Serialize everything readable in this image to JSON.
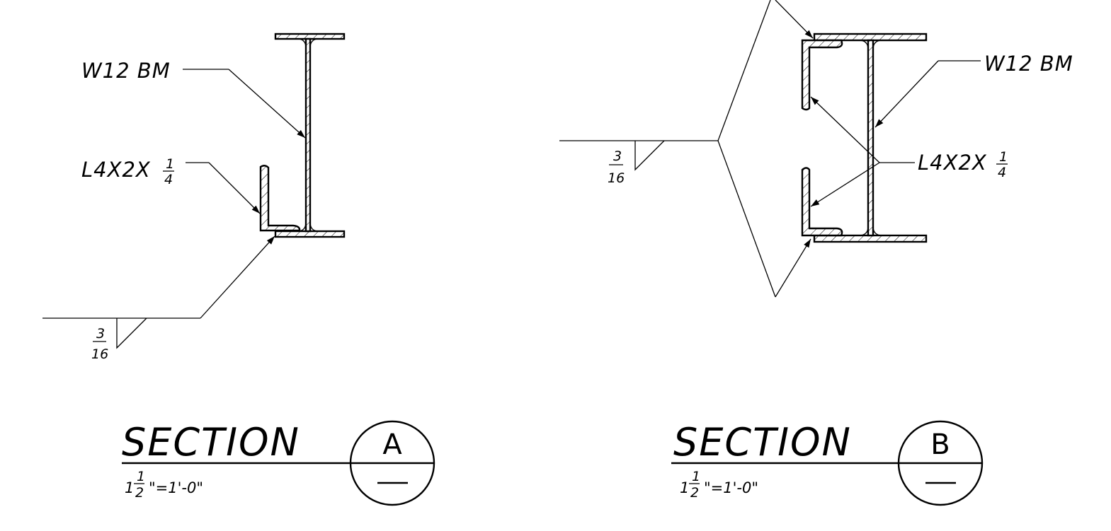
{
  "drawing": {
    "section_a": {
      "beam_label": "W12 BM",
      "angle_label_main": "L4X2X",
      "angle_frac_num": "1",
      "angle_frac_den": "4",
      "weld_num": "3",
      "weld_den": "16",
      "title": "SECTION",
      "mark": "A",
      "scale_whole": "1",
      "scale_num": "1",
      "scale_den": "2",
      "scale_rest": "\"=1'-0\""
    },
    "section_b": {
      "beam_label": "W12 BM",
      "angle_label_main": "L4X2X",
      "angle_frac_num": "1",
      "angle_frac_den": "4",
      "weld_num": "3",
      "weld_den": "16",
      "title": "SECTION",
      "mark": "B",
      "scale_whole": "1",
      "scale_num": "1",
      "scale_den": "2",
      "scale_rest": "\"=1'-0\""
    }
  }
}
